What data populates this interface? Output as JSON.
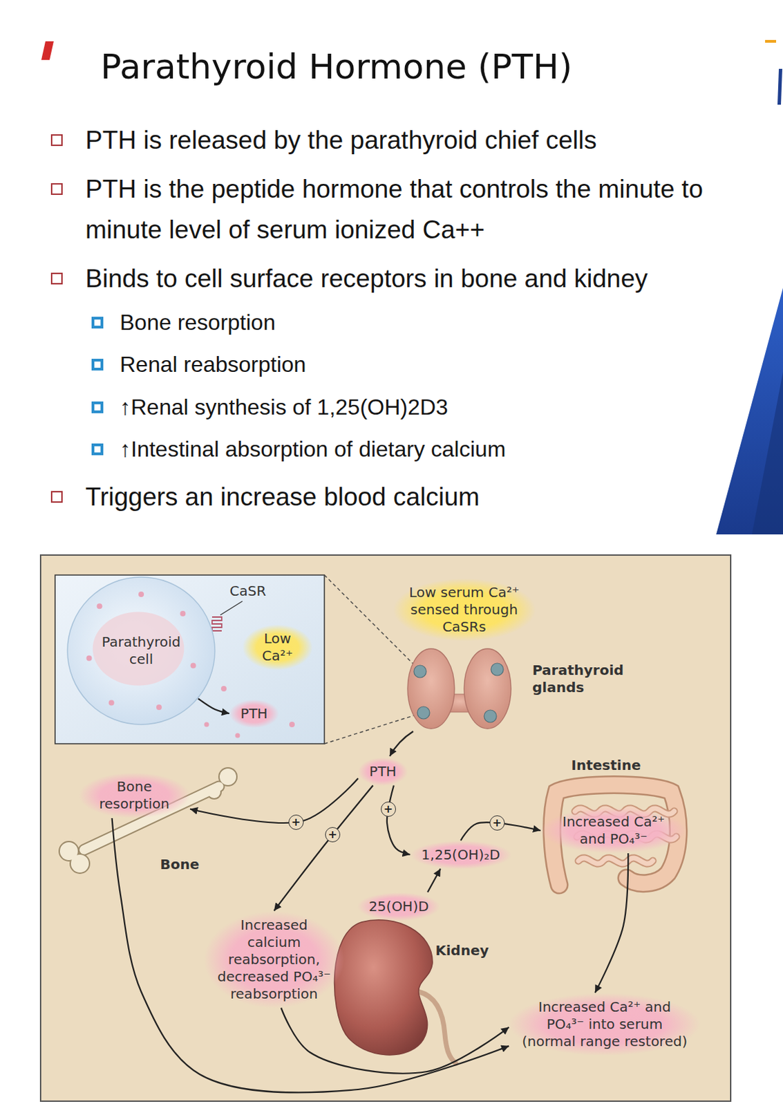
{
  "diagram": {
    "title": "Parathyroid Hormone (PTH)",
    "nodes": [
      {
        "text": [
          "Parathyroid cell"
        ]
      },
      {
        "text": [
          "Low Ca²⁺"
        ]
      },
      {
        "text": [
          "PTH"
        ]
      },
      {
        "text": [
          "Low serum Ca²⁺ sensed through CaSRs"
        ]
      },
      {
        "text": [
          "PTH"
        ]
      },
      {
        "text": [
          "Bone resorption"
        ]
      },
      {
        "text": [
          "Increased Ca²⁺ and PO₄³⁻"
        ]
      },
      {
        "text": [
          "1,25(OH)₂D"
        ]
      },
      {
        "text": [
          "25(OH)D"
        ]
      },
      {
        "text": [
          "Increased calcium reabsorption, decreased PO₄³⁻ reabsorption"
        ]
      },
      {
        "text": [
          "Increased Ca²⁺ and PO₄³⁻ into serum (normal range restored)"
        ]
      }
    ],
    "edges": [
      {
        "from": 0,
        "to": 2,
        "arrow": "to"
      },
      {
        "from": 4,
        "to": 5,
        "label": "+",
        "arrow": "to"
      },
      {
        "from": 4,
        "to": 9,
        "label": "+",
        "arrow": "to"
      },
      {
        "from": 4,
        "to": 7,
        "label": "+",
        "arrow": "to"
      },
      {
        "from": 8,
        "to": 7,
        "arrow": "to"
      },
      {
        "from": 7,
        "to": 6,
        "label": "+",
        "arrow": "to"
      },
      {
        "from": 6,
        "to": 10,
        "arrow": "to"
      },
      {
        "from": 9,
        "to": 10,
        "arrow": "to"
      },
      {
        "from": 5,
        "to": 10,
        "arrow": "to"
      }
    ],
    "labels": [
      "PTH is released by the parathyroid chief cells",
      "PTH is the peptide hormone that controls the minute to minute level of serum ionized Ca++",
      "Binds to cell surface receptors in bone and kidney",
      "Bone resorption",
      "Renal reabsorption",
      "↑Renal synthesis of 1,25(OH)2D3",
      "↑Intestinal absorption of dietary calcium",
      "Triggers an increase blood calcium",
      "CaSR",
      "Parathyroid glands",
      "Intestine",
      "Bone",
      "Kidney"
    ]
  }
}
